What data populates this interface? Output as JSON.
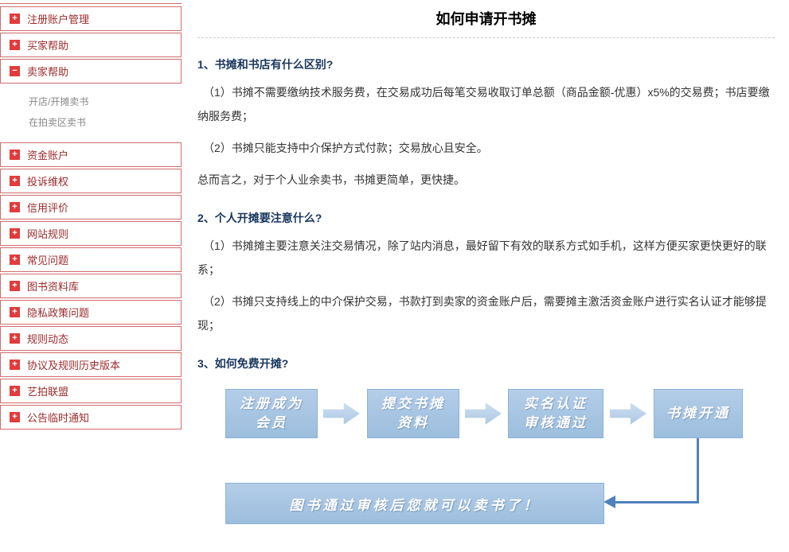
{
  "colors": {
    "sidebar_accent": "#e13b3b",
    "sidebar_border": "#d06d6d",
    "sidebar_text": "#9c2b2b",
    "heading_navy": "#17365d",
    "flow_box_fill": "#a9c6e3",
    "connector_blue": "#4f81bd"
  },
  "sidebar": {
    "items": [
      {
        "label": "注册账户管理",
        "glyph": "+",
        "state": "collapsed"
      },
      {
        "label": "买家帮助",
        "glyph": "+",
        "state": "collapsed"
      },
      {
        "label": "卖家帮助",
        "glyph": "−",
        "state": "expanded",
        "children": [
          "开店/开摊卖书",
          "在拍卖区卖书"
        ]
      },
      {
        "label": "资金账户",
        "glyph": "+",
        "state": "collapsed"
      },
      {
        "label": "投诉维权",
        "glyph": "+",
        "state": "collapsed"
      },
      {
        "label": "信用评价",
        "glyph": "+",
        "state": "collapsed"
      },
      {
        "label": "网站规则",
        "glyph": "+",
        "state": "collapsed"
      },
      {
        "label": "常见问题",
        "glyph": "+",
        "state": "collapsed"
      },
      {
        "label": "图书资料库",
        "glyph": "+",
        "state": "collapsed"
      },
      {
        "label": "隐私政策问题",
        "glyph": "+",
        "state": "collapsed"
      },
      {
        "label": "规则动态",
        "glyph": "+",
        "state": "collapsed"
      },
      {
        "label": "协议及规则历史版本",
        "glyph": "+",
        "state": "collapsed"
      },
      {
        "label": "艺拍联盟",
        "glyph": "+",
        "state": "collapsed"
      },
      {
        "label": "公告临时通知",
        "glyph": "+",
        "state": "collapsed"
      }
    ]
  },
  "main": {
    "title": "如何申请开书摊",
    "sections": [
      {
        "heading": "1、书摊和书店有什么区别?",
        "paragraphs": [
          "（1）书摊不需要缴纳技术服务费，在交易成功后每笔交易收取订单总额（商品金额-优惠）x5%的交易费；书店要缴纳服务费；",
          "（2）书摊只能支持中介保护方式付款；交易放心且安全。",
          "总而言之，对于个人业余卖书，书摊更简单，更快捷。"
        ]
      },
      {
        "heading": "2、个人开摊要注意什么?",
        "paragraphs": [
          "（1）书摊摊主要注意关注交易情况，除了站内消息，最好留下有效的联系方式如手机，这样方便买家更快更好的联系；",
          "（2）书摊只支持线上的中介保护交易，书款打到卖家的资金账户后，需要摊主激活资金账户进行实名认证才能够提现；"
        ]
      },
      {
        "heading": "3、如何免费开摊?",
        "paragraphs": []
      }
    ],
    "flow": {
      "steps": [
        {
          "lines": [
            "注册成为",
            "会员"
          ]
        },
        {
          "lines": [
            "提交书摊",
            "资料"
          ]
        },
        {
          "lines": [
            "实名认证",
            "审核通过"
          ]
        },
        {
          "lines": [
            "书摊开通"
          ]
        }
      ],
      "final": "图书通过审核后您就可以卖书了！"
    }
  }
}
